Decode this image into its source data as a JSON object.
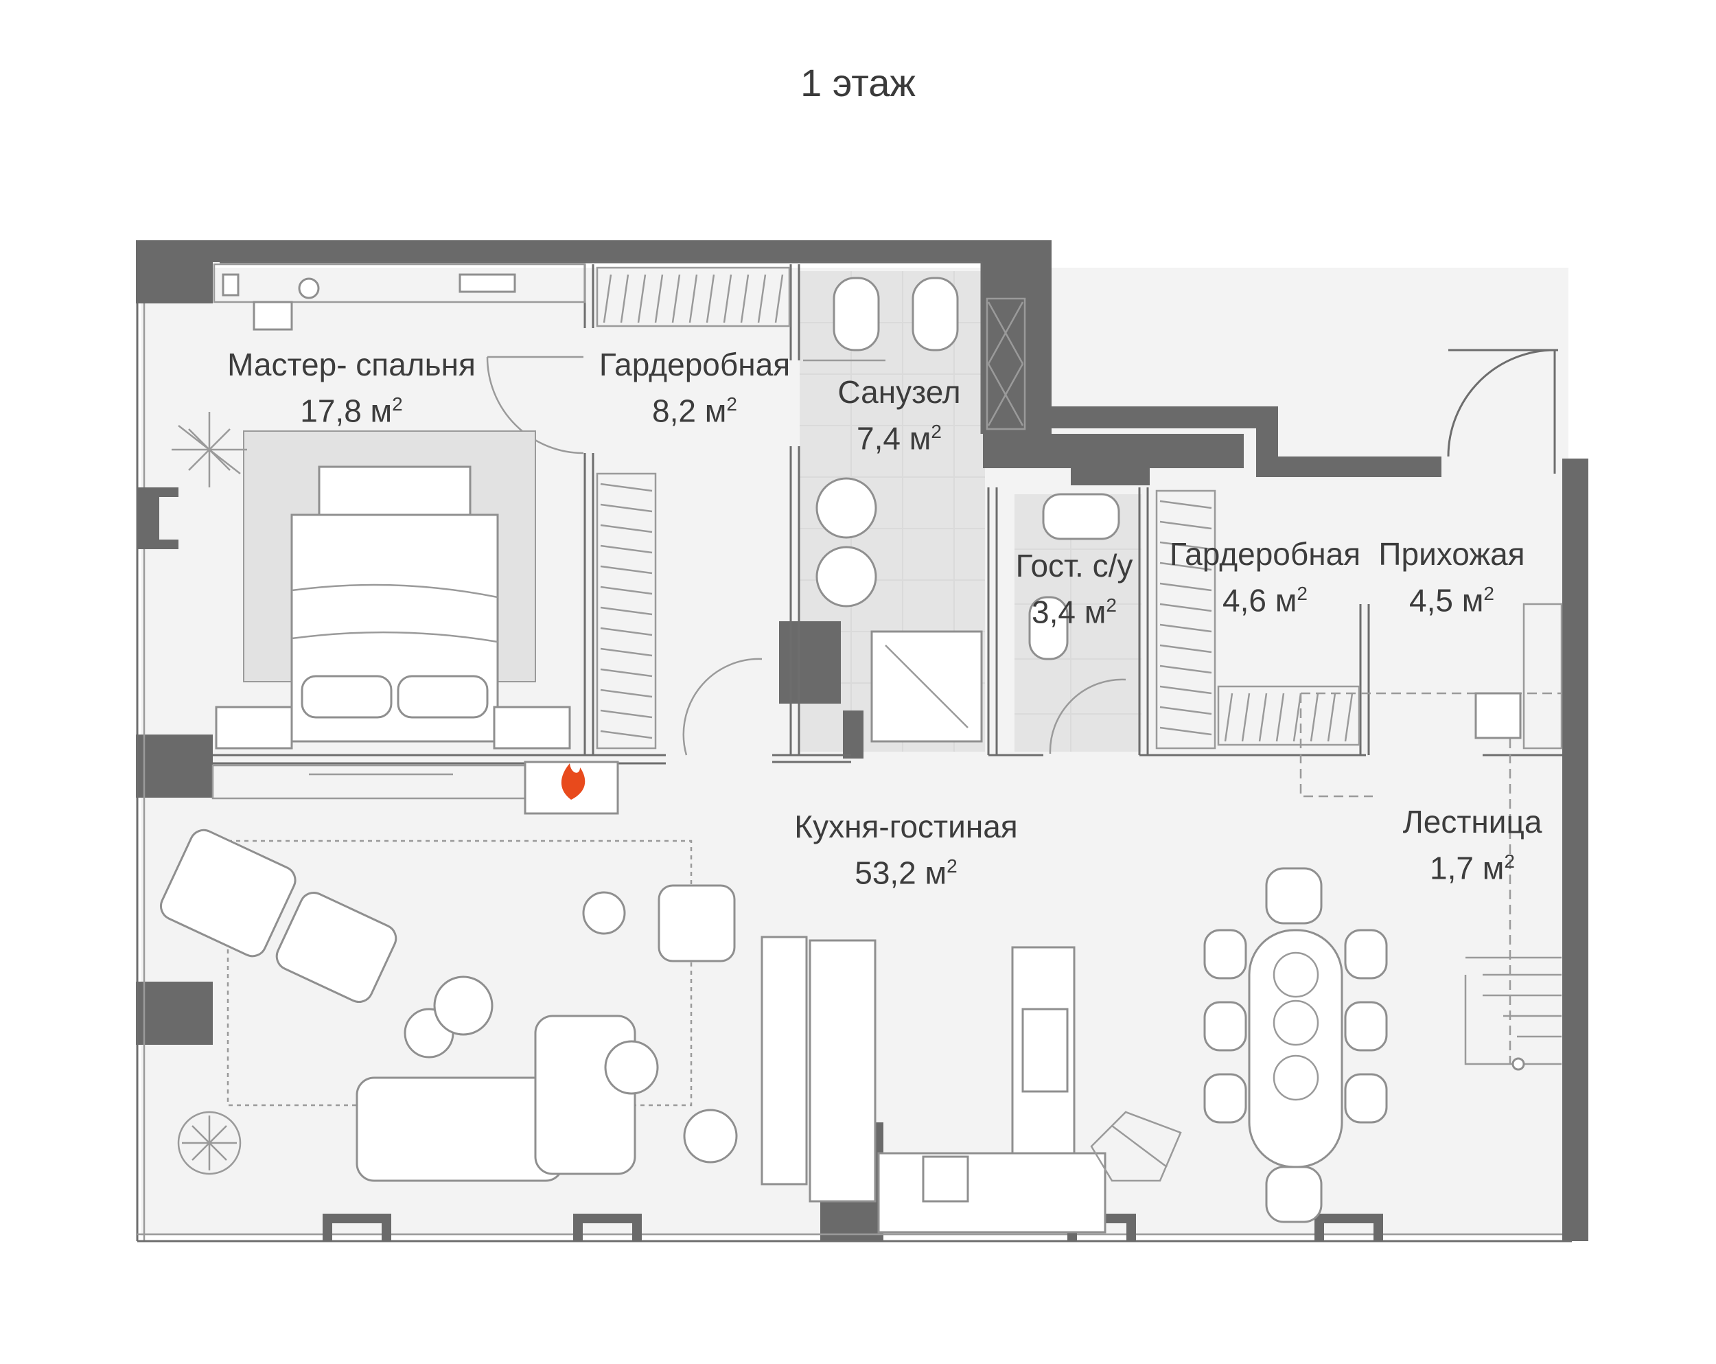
{
  "floor_title": "1 этаж",
  "area_unit": "м",
  "area_exponent": "2",
  "colors": {
    "wall": "#6a6a6a",
    "floor": "#f3f3f3",
    "wet_zone": "#e6e6e6",
    "text": "#3c3c3c",
    "fire": "#e84a1c"
  },
  "rooms": [
    {
      "id": "master-bedroom",
      "name": "Мастер- спальня",
      "area": "17,8"
    },
    {
      "id": "wardrobe-1",
      "name": "Гардеробная",
      "area": "8,2"
    },
    {
      "id": "bathroom",
      "name": "Санузел",
      "area": "7,4"
    },
    {
      "id": "guest-wc",
      "name": "Гост. с/у",
      "area": "3,4"
    },
    {
      "id": "wardrobe-2",
      "name": "Гардеробная",
      "area": "4,6"
    },
    {
      "id": "hallway",
      "name": "Прихожая",
      "area": "4,5"
    },
    {
      "id": "kitchen-living",
      "name": "Кухня-гостиная",
      "area": "53,2"
    },
    {
      "id": "staircase",
      "name": "Лестница",
      "area": "1,7"
    }
  ]
}
